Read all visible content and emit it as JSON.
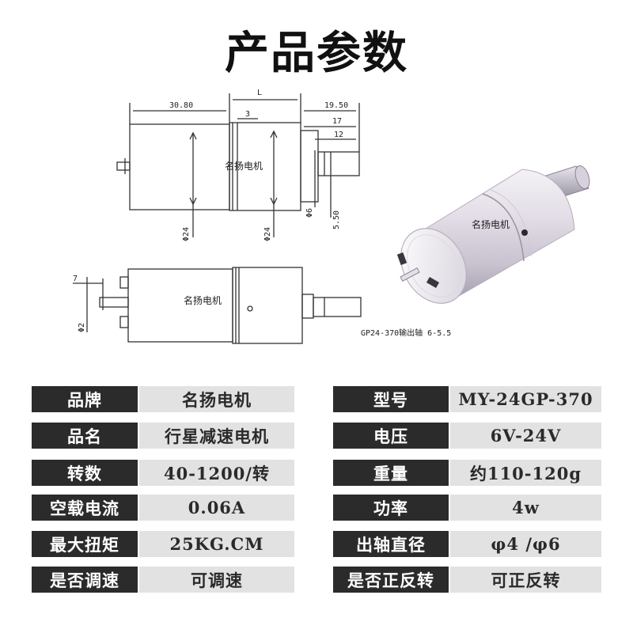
{
  "page": {
    "title": "产品参数"
  },
  "drawing": {
    "dims": {
      "d3080": "30.80",
      "dL": "L",
      "d3": "3",
      "d1950": "19.50",
      "d17": "17",
      "d12": "12",
      "phi24a": "Φ24",
      "phi24b": "Φ24",
      "phi6": "Φ6",
      "d550": "5.50",
      "d7": "7",
      "phi2": "Φ2"
    },
    "motor_label_top": "名扬电机",
    "motor_label_bottom": "名扬电机",
    "motor_label_photo": "名扬电机",
    "caption": "GP24-370输出轴 6-5.5"
  },
  "specs": {
    "rows": [
      {
        "label_left": "品牌",
        "value_left": "名扬电机",
        "label_right": "型号",
        "value_right": "MY-24GP-370"
      },
      {
        "label_left": "品名",
        "value_left": "行星减速电机",
        "label_right": "电压",
        "value_right": "6V-24V"
      },
      {
        "label_left": "转数",
        "value_left": "40-1200/转",
        "label_right": "重量",
        "value_right": "约110-120g"
      },
      {
        "label_left": "空载电流",
        "value_left": "0.06A",
        "label_right": "功率",
        "value_right": "4w"
      },
      {
        "label_left": "最大扭矩",
        "value_left": "25KG.CM",
        "label_right": "出轴直径",
        "value_right": "φ4 /φ6"
      },
      {
        "label_left": "是否调速",
        "value_left": "可调速",
        "label_right": "是否正反转",
        "value_right": "可正反转"
      }
    ]
  },
  "colors": {
    "label_bg": "#2b2b2b",
    "value_bg": "#e2e2e2",
    "title": "#111111"
  }
}
